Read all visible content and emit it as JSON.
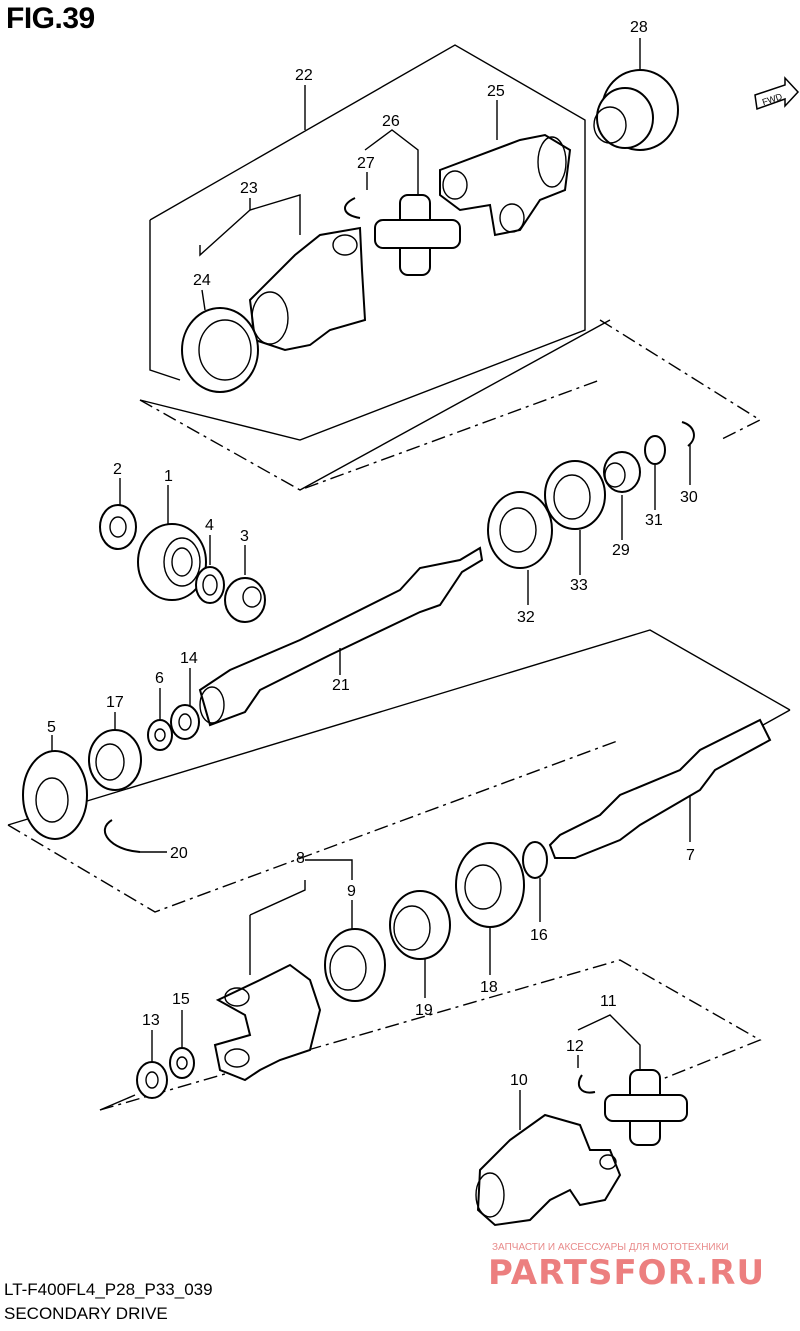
{
  "figure": {
    "title": "FIG.39",
    "model_code": "LT-F400FL4_P28_P33_039",
    "section_name": "SECONDARY DRIVE",
    "direction_label": "FWD"
  },
  "callouts": [
    {
      "id": "c1",
      "text": "1"
    },
    {
      "id": "c2",
      "text": "2"
    },
    {
      "id": "c3",
      "text": "3"
    },
    {
      "id": "c4",
      "text": "4"
    },
    {
      "id": "c5",
      "text": "5"
    },
    {
      "id": "c6",
      "text": "6"
    },
    {
      "id": "c7",
      "text": "7"
    },
    {
      "id": "c8",
      "text": "8"
    },
    {
      "id": "c9",
      "text": "9"
    },
    {
      "id": "c10",
      "text": "10"
    },
    {
      "id": "c11",
      "text": "11"
    },
    {
      "id": "c12",
      "text": "12"
    },
    {
      "id": "c13",
      "text": "13"
    },
    {
      "id": "c14",
      "text": "14"
    },
    {
      "id": "c15",
      "text": "15"
    },
    {
      "id": "c16",
      "text": "16"
    },
    {
      "id": "c17",
      "text": "17"
    },
    {
      "id": "c18",
      "text": "18"
    },
    {
      "id": "c19",
      "text": "19"
    },
    {
      "id": "c20",
      "text": "20"
    },
    {
      "id": "c21",
      "text": "21"
    },
    {
      "id": "c22",
      "text": "22"
    },
    {
      "id": "c23",
      "text": "23"
    },
    {
      "id": "c24",
      "text": "24"
    },
    {
      "id": "c25",
      "text": "25"
    },
    {
      "id": "c26",
      "text": "26"
    },
    {
      "id": "c27",
      "text": "27"
    },
    {
      "id": "c28",
      "text": "28"
    },
    {
      "id": "c29",
      "text": "29"
    },
    {
      "id": "c30",
      "text": "30"
    },
    {
      "id": "c31",
      "text": "31"
    },
    {
      "id": "c32",
      "text": "32"
    },
    {
      "id": "c33",
      "text": "33"
    }
  ],
  "watermark": {
    "tagline": "ЗАПЧАСТИ И АКСЕССУАРЫ ДЛЯ МОТОТЕХНИКИ",
    "brand": "PARTSFOR.RU",
    "color": "#e23b3b"
  }
}
